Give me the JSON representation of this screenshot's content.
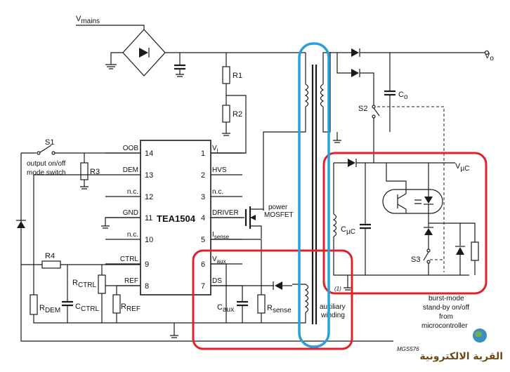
{
  "labels": {
    "vmains": "V",
    "vmains_sub": "mains",
    "vo": "V",
    "vo_sub": "o",
    "r1": "R1",
    "r2": "R2",
    "r3": "R3",
    "r4": "R4",
    "s1": "S1",
    "s2": "S2",
    "s3": "S3",
    "co": "C",
    "co_sub": "o",
    "ic_name": "TEA1504",
    "mosfet1": "power",
    "mosfet2": "MOSFET",
    "switch_note1": "output on/off",
    "switch_note2": "mode switch",
    "rdem": "R",
    "rdem_sub": "DEM",
    "cctrl": "C",
    "cctrl_sub": "CTRL",
    "rctrl": "R",
    "rctrl_sub": "CTRL",
    "rref": "R",
    "rref_sub": "REF",
    "caux": "C",
    "caux_sub": "aux",
    "rsense": "R",
    "rsense_sub": "sense",
    "vuc": "V",
    "vuc_sub": "µC",
    "cuc": "C",
    "cuc_sub": "µC",
    "aux1": "auxiliary",
    "aux2": "winding",
    "note_mark": "(1)",
    "burst1": "burst-mode",
    "burst2": "stand-by on/off",
    "burst3": "from",
    "burst4": "microcontroller",
    "code": "MGS576",
    "watermark": "القرية الالكترونية"
  },
  "pins": {
    "left": [
      {
        "name": "OOB",
        "num": "14"
      },
      {
        "name": "DEM",
        "num": "13"
      },
      {
        "name": "n.c.",
        "num": "12"
      },
      {
        "name": "GND",
        "num": "11"
      },
      {
        "name": "n.c.",
        "num": "10"
      },
      {
        "name": "CTRL",
        "num": "9"
      },
      {
        "name": "REF",
        "num": "8"
      }
    ],
    "right": [
      {
        "name": "V",
        "sub": "i",
        "num": "1"
      },
      {
        "name": "HVS",
        "num": "2"
      },
      {
        "name": "n.c.",
        "num": "3"
      },
      {
        "name": "DRIVER",
        "num": "4"
      },
      {
        "name": "I",
        "sub": "sense",
        "num": "5"
      },
      {
        "name": "V",
        "sub": "aux",
        "num": "6"
      },
      {
        "name": "DS",
        "num": "7"
      }
    ]
  },
  "highlights": {
    "red": "#e0202a",
    "blue": "#2a9fd8"
  }
}
